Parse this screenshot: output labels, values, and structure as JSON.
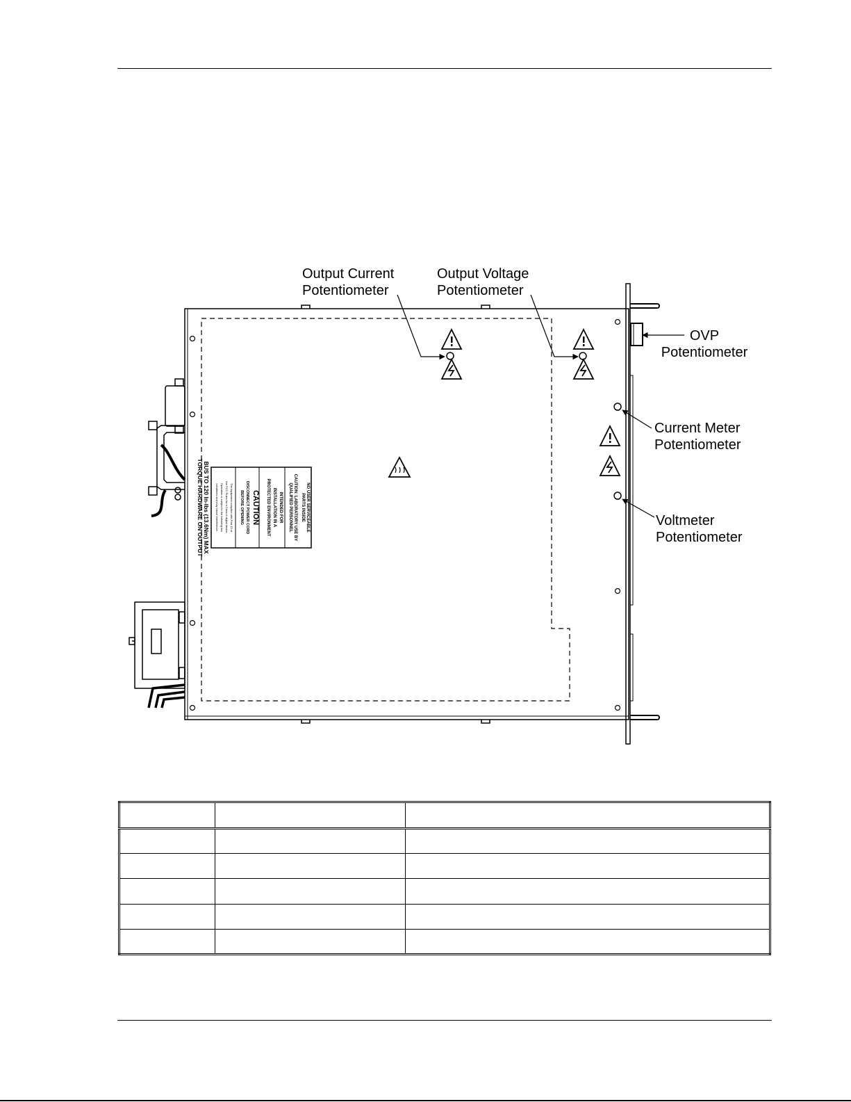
{
  "labels": {
    "output_current": [
      "Output Current",
      "Potentiometer"
    ],
    "output_voltage": [
      "Output Voltage",
      "Potentiometer"
    ],
    "ovp": [
      "OVP",
      "Potentiometer"
    ],
    "current_meter": [
      "Current Meter",
      "Potentiometer"
    ],
    "voltmeter": [
      "Voltmeter",
      "Potentiometer"
    ]
  },
  "panel_texts": {
    "torque_line1": "TORQUE HARDWARE ON OUTPUT",
    "torque_line2": "BUS TO 120 In-lbs (13.6Nm) MAX",
    "label_line1": "NO USER SERVICEABLE",
    "label_line2": "PARTS INSIDE",
    "label_line3": "CAUTION: LABORATORY USE BY",
    "label_line4": "QUALIFIED PERSONNEL",
    "label_line5": "INTENDED FOR",
    "label_line6": "INSTALLATION IN A",
    "label_line7": "PROTECTED ENVIRONMENT",
    "caution": "CAUTION",
    "disconnect_line1": "DISCONNECT POWER CORD",
    "disconnect_line2": "BEFORE OPENING",
    "fine_line1": "The equipment complies with Part 15 of",
    "fine_line2": "the FCC Rules for a Class A digital device.",
    "fine_line3": "Operation is subject to the following two",
    "fine_line4": "conditions and may cause interference."
  },
  "table": {
    "header": [
      "",
      "",
      ""
    ],
    "rows": [
      [
        "",
        "",
        ""
      ],
      [
        "",
        "",
        ""
      ],
      [
        "",
        "",
        ""
      ],
      [
        "",
        "",
        ""
      ],
      [
        "",
        "",
        ""
      ]
    ]
  }
}
